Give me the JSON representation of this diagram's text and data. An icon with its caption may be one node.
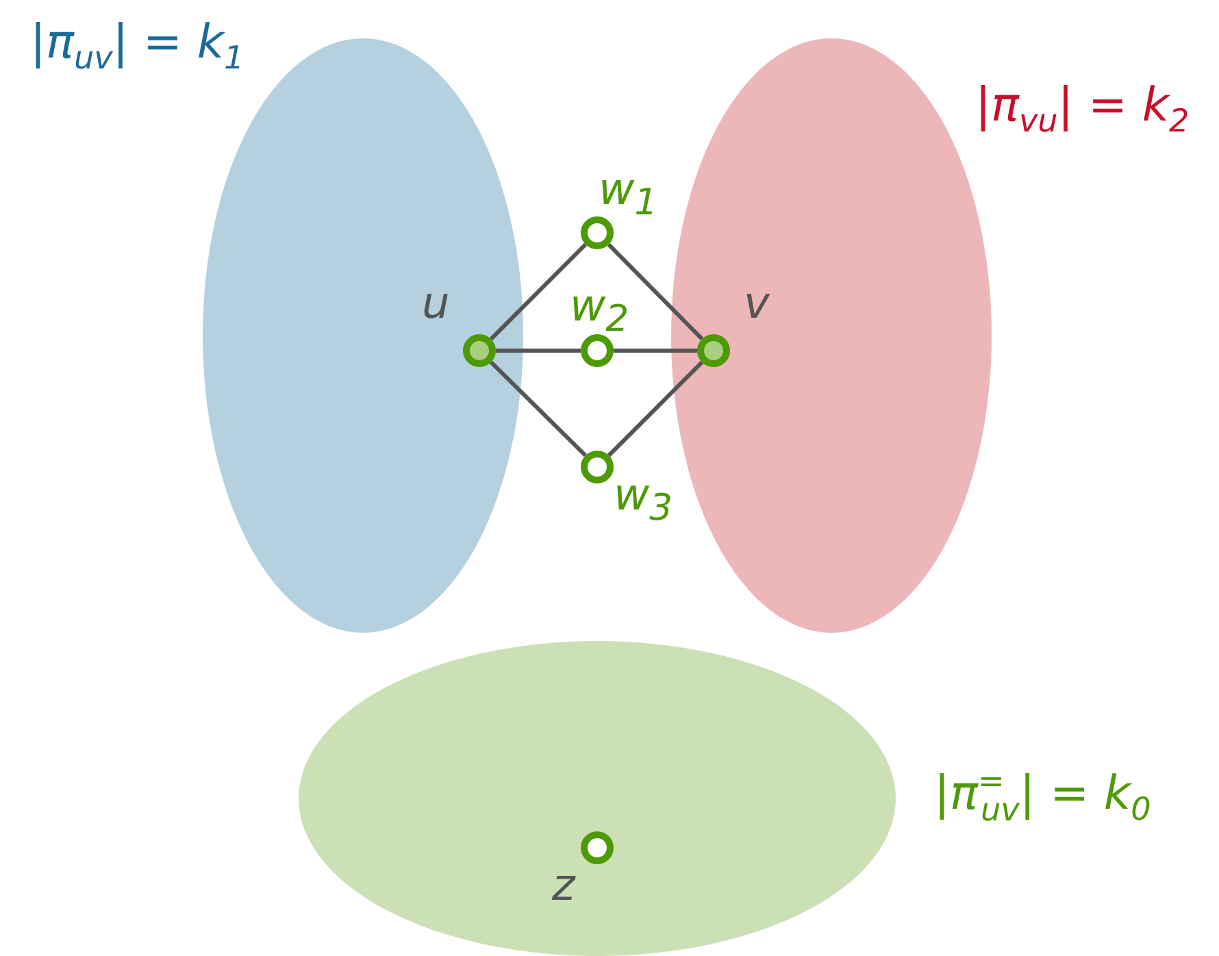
{
  "diagram": {
    "nodes": [
      {
        "text": [
          "|π$_{uv}$| = k$_{1}$"
        ]
      },
      {
        "text": [
          "|π$_{vu}$| = k$_{2}$"
        ]
      },
      {
        "text": [
          "|π$^{=}$$_{uv}$| = k$_{0}$"
        ]
      },
      {
        "text": [],
        "shape": "circle",
        "beside": [
          "u"
        ],
        "in": 0
      },
      {
        "text": [],
        "shape": "circle",
        "beside": [
          "w$_{1}$"
        ]
      },
      {
        "text": [],
        "shape": "circle",
        "beside": [
          "w$_{2}$"
        ]
      },
      {
        "text": [],
        "shape": "circle",
        "beside": [
          "w$_{3}$"
        ]
      },
      {
        "text": [],
        "shape": "circle",
        "beside": [
          "v"
        ],
        "in": 1
      },
      {
        "text": [],
        "shape": "circle",
        "beside": [
          "z"
        ],
        "in": 2
      }
    ],
    "edges": [
      {
        "from": 3,
        "to": 4,
        "arrow": "none"
      },
      {
        "from": 3,
        "to": 5,
        "arrow": "none"
      },
      {
        "from": 3,
        "to": 6,
        "arrow": "none"
      },
      {
        "from": 4,
        "to": 7,
        "arrow": "none"
      },
      {
        "from": 5,
        "to": 7,
        "arrow": "none"
      },
      {
        "from": 6,
        "to": 7,
        "arrow": "none"
      }
    ]
  }
}
